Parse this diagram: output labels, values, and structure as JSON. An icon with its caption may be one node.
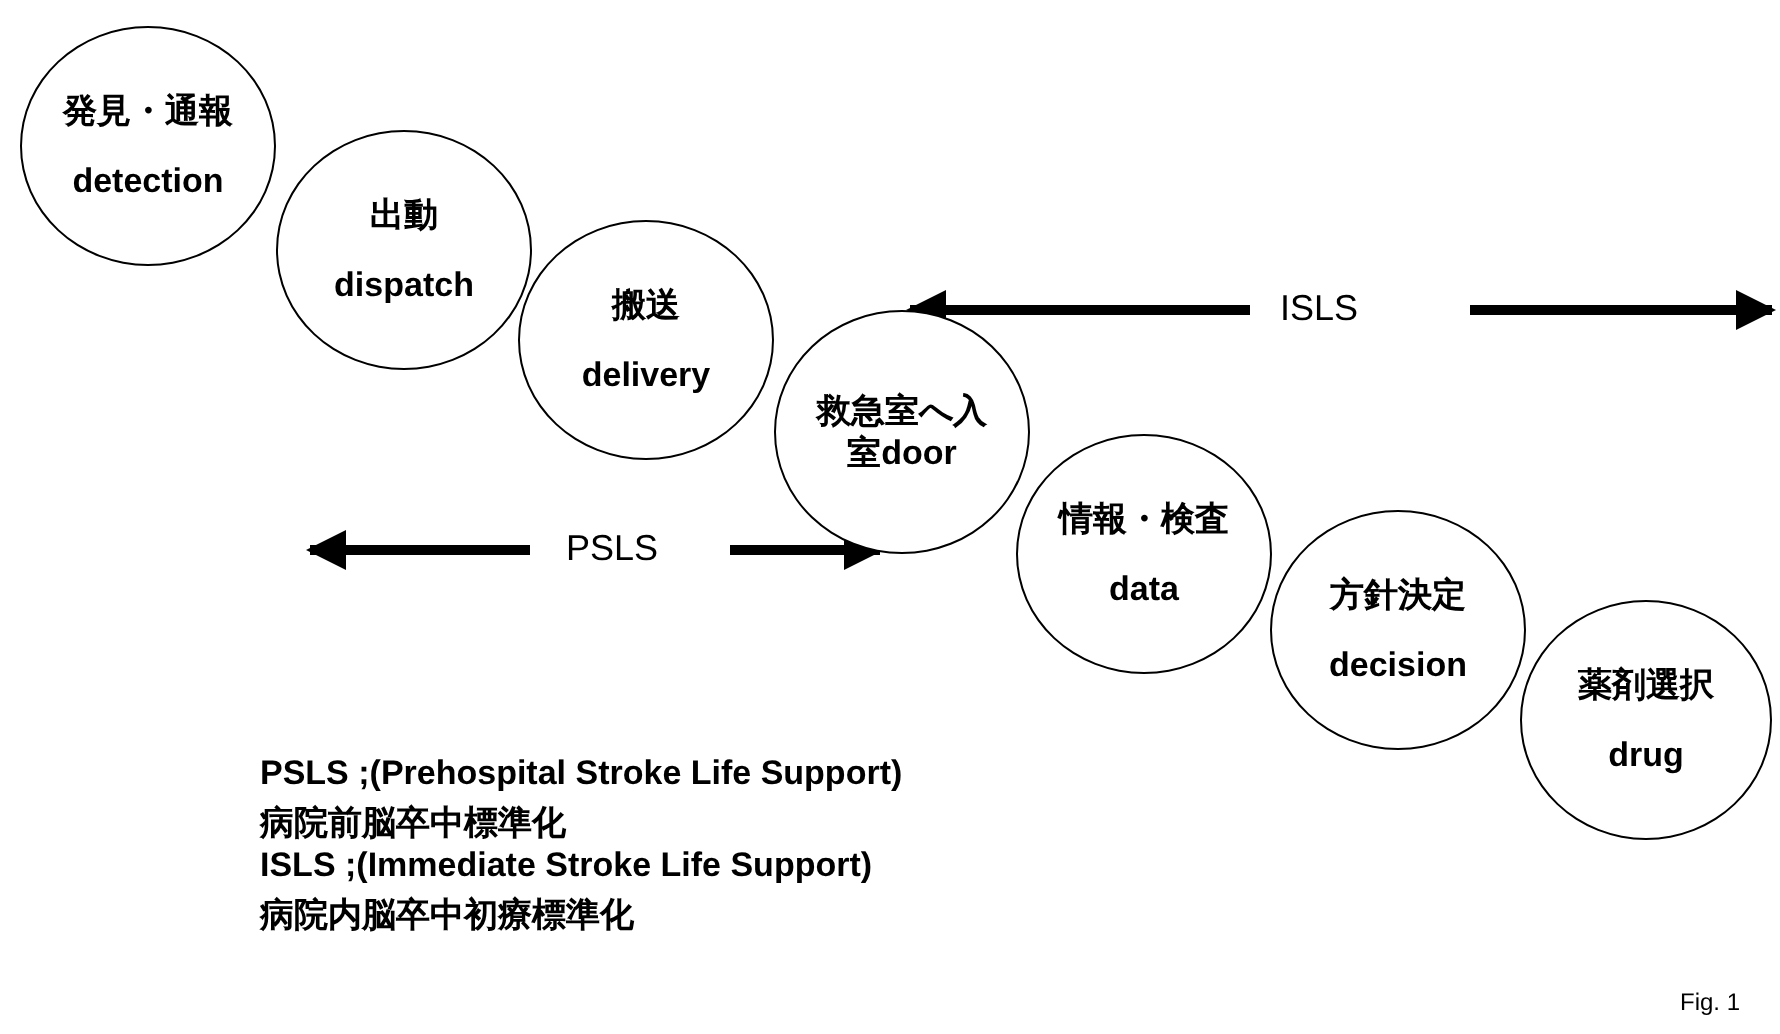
{
  "diagram": {
    "caption": "Fig. 1",
    "nodes": [
      {
        "text": [
          "発見・通報",
          "detection"
        ]
      },
      {
        "text": [
          "出動",
          "dispatch"
        ]
      },
      {
        "text": [
          "搬送",
          "delivery"
        ]
      },
      {
        "text": [
          "救急室へ入室door"
        ]
      },
      {
        "text": [
          "情報・検査",
          "data"
        ]
      },
      {
        "text": [
          "方針決定",
          "decision"
        ]
      },
      {
        "text": [
          "薬剤選択",
          "drug"
        ]
      }
    ],
    "edges": [],
    "labels": [
      "ISLS",
      "PSLS",
      "PSLS ;(Prehospital Stroke Life Support)",
      "病院前脳卒中標準化",
      "ISLS ;(Immediate Stroke Life Support)",
      "病院内脳卒中初療標準化"
    ]
  }
}
